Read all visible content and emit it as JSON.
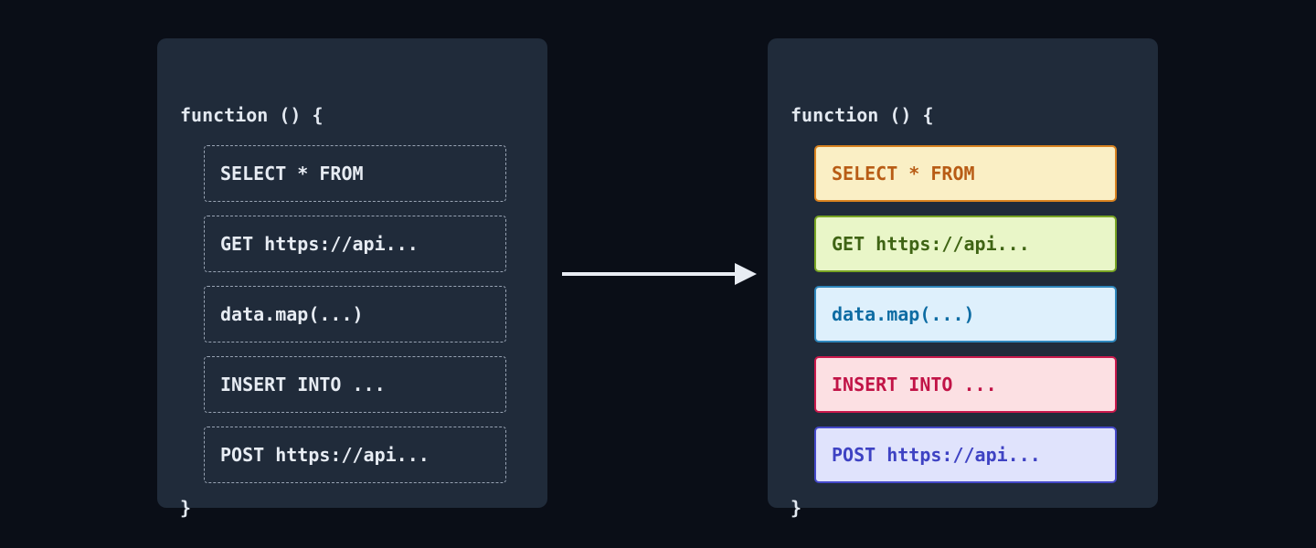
{
  "colors": {
    "page_bg": "#0a0e17",
    "panel_bg": "#202b3a",
    "code_text": "#e3e9f1",
    "dashed_border": "#98a3b3",
    "arrow": "#e8ecf3"
  },
  "left_panel": {
    "header": "function () {",
    "footer": "}",
    "slots": [
      {
        "label": "SELECT * FROM"
      },
      {
        "label": "GET https://api..."
      },
      {
        "label": "data.map(...)"
      },
      {
        "label": "INSERT INTO ..."
      },
      {
        "label": "POST https://api..."
      }
    ]
  },
  "right_panel": {
    "header": "function () {",
    "footer": "}",
    "slots": [
      {
        "label": "SELECT * FROM",
        "bg": "#faefc5",
        "border": "#d8821f",
        "text": "#b85c15"
      },
      {
        "label": "GET https://api...",
        "bg": "#e9f6c8",
        "border": "#78a424",
        "text": "#3f6414"
      },
      {
        "label": "data.map(...)",
        "bg": "#def0fc",
        "border": "#2e86bb",
        "text": "#0d6ca3"
      },
      {
        "label": "INSERT INTO ...",
        "bg": "#fce0e3",
        "border": "#c9194c",
        "text": "#c11346"
      },
      {
        "label": "POST https://api...",
        "bg": "#e0e3fc",
        "border": "#4549c9",
        "text": "#3e42c3"
      }
    ]
  }
}
